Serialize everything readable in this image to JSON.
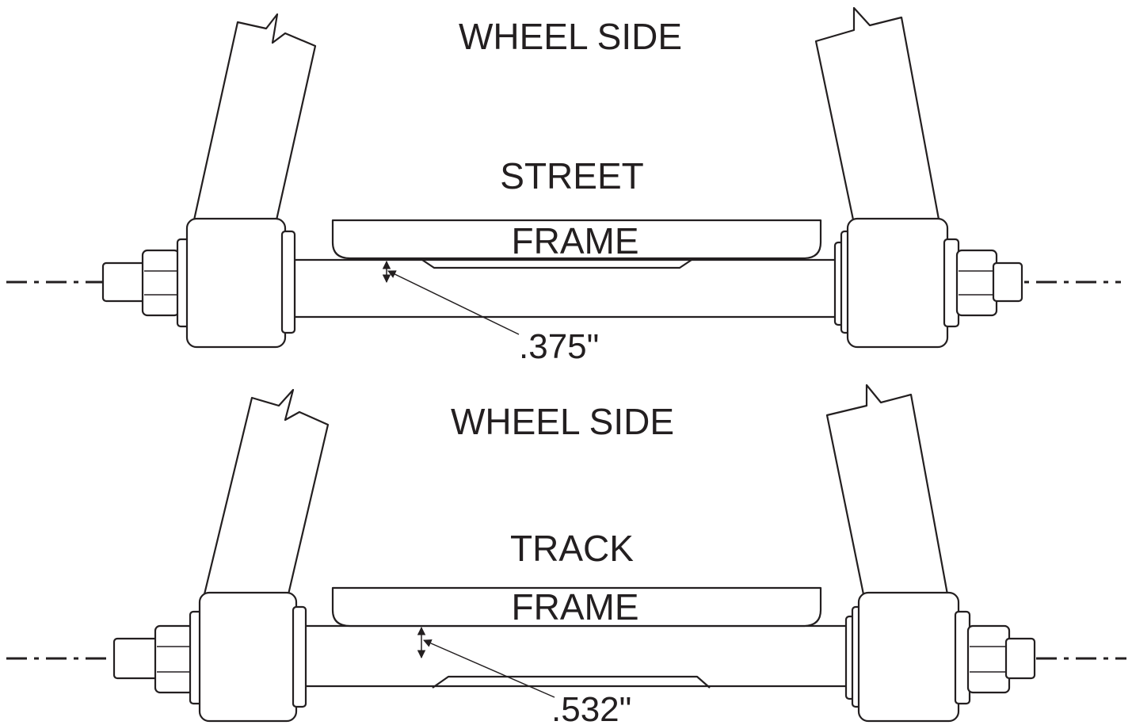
{
  "colors": {
    "line": "#231f20",
    "background": "#ffffff"
  },
  "street": {
    "wheel_side_label": "WHEEL SIDE",
    "mode_label": "STREET",
    "frame_label": "FRAME",
    "dimension_label": ".375\""
  },
  "track": {
    "wheel_side_label": "WHEEL SIDE",
    "mode_label": "TRACK",
    "frame_label": "FRAME",
    "dimension_label": ".532\""
  }
}
